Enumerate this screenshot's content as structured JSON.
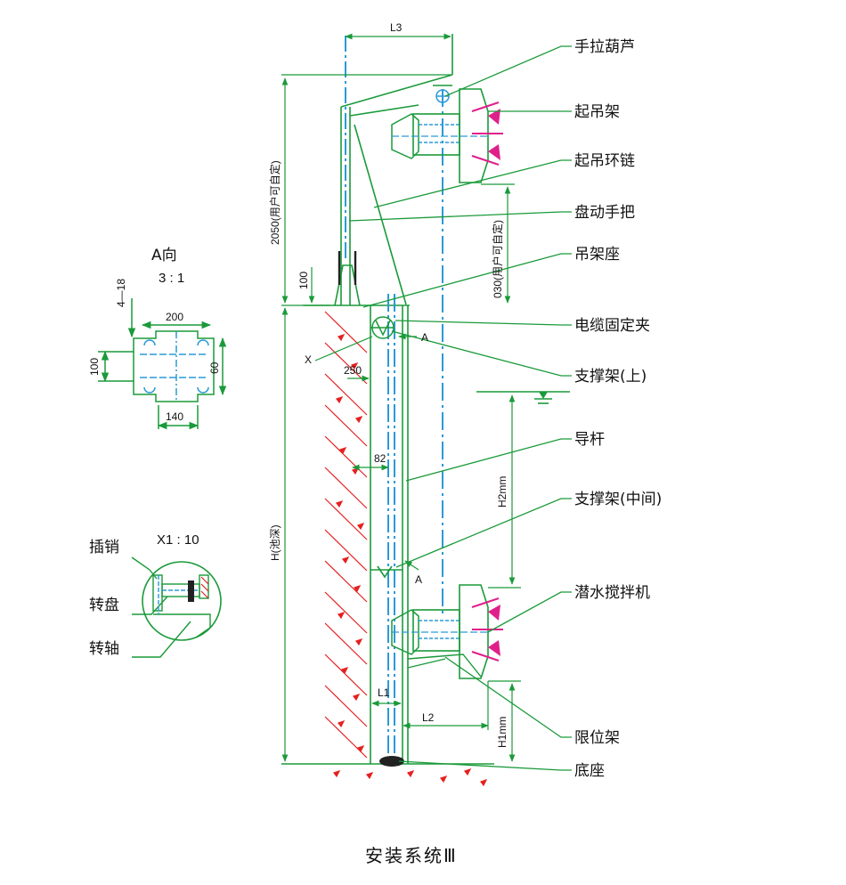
{
  "title": "安装系统Ⅲ",
  "colors": {
    "line": "#1a9a3a",
    "blue": "#2a9ad8",
    "red": "#e52020",
    "magenta": "#e0208a",
    "dark": "#222222"
  },
  "callouts": {
    "hoist_gourd": "手拉葫芦",
    "lift_frame": "起吊架",
    "lift_chain": "起吊环链",
    "crank_handle": "盘动手把",
    "frame_seat": "吊架座",
    "cable_clamp": "电缆固定夹",
    "support_upper": "支撑架(上)",
    "guide_rod": "导杆",
    "support_middle": "支撑架(中间)",
    "mixer": "潜水搅拌机",
    "limit_frame": "限位架",
    "base": "底座"
  },
  "dims": {
    "l3": "L3",
    "h2050": "2050(用户可自定)",
    "d100": "100",
    "d030": "030(用户可自定)",
    "x_label": "X",
    "a_label": "A",
    "d250": "250",
    "d82": "82",
    "h2": "H2mm",
    "h_depth": "H(池深)",
    "l1": "L1",
    "l2": "L2",
    "h1": "H1mm"
  },
  "view_a": {
    "title": "A向",
    "scale": "3 : 1",
    "d4_18": "4—18",
    "d200": "200",
    "d100": "100",
    "d60": "60",
    "d140": "140"
  },
  "detail_x": {
    "scale": "X1 : 10",
    "pin": "插销",
    "turntable": "转盘",
    "shaft": "转轴"
  }
}
